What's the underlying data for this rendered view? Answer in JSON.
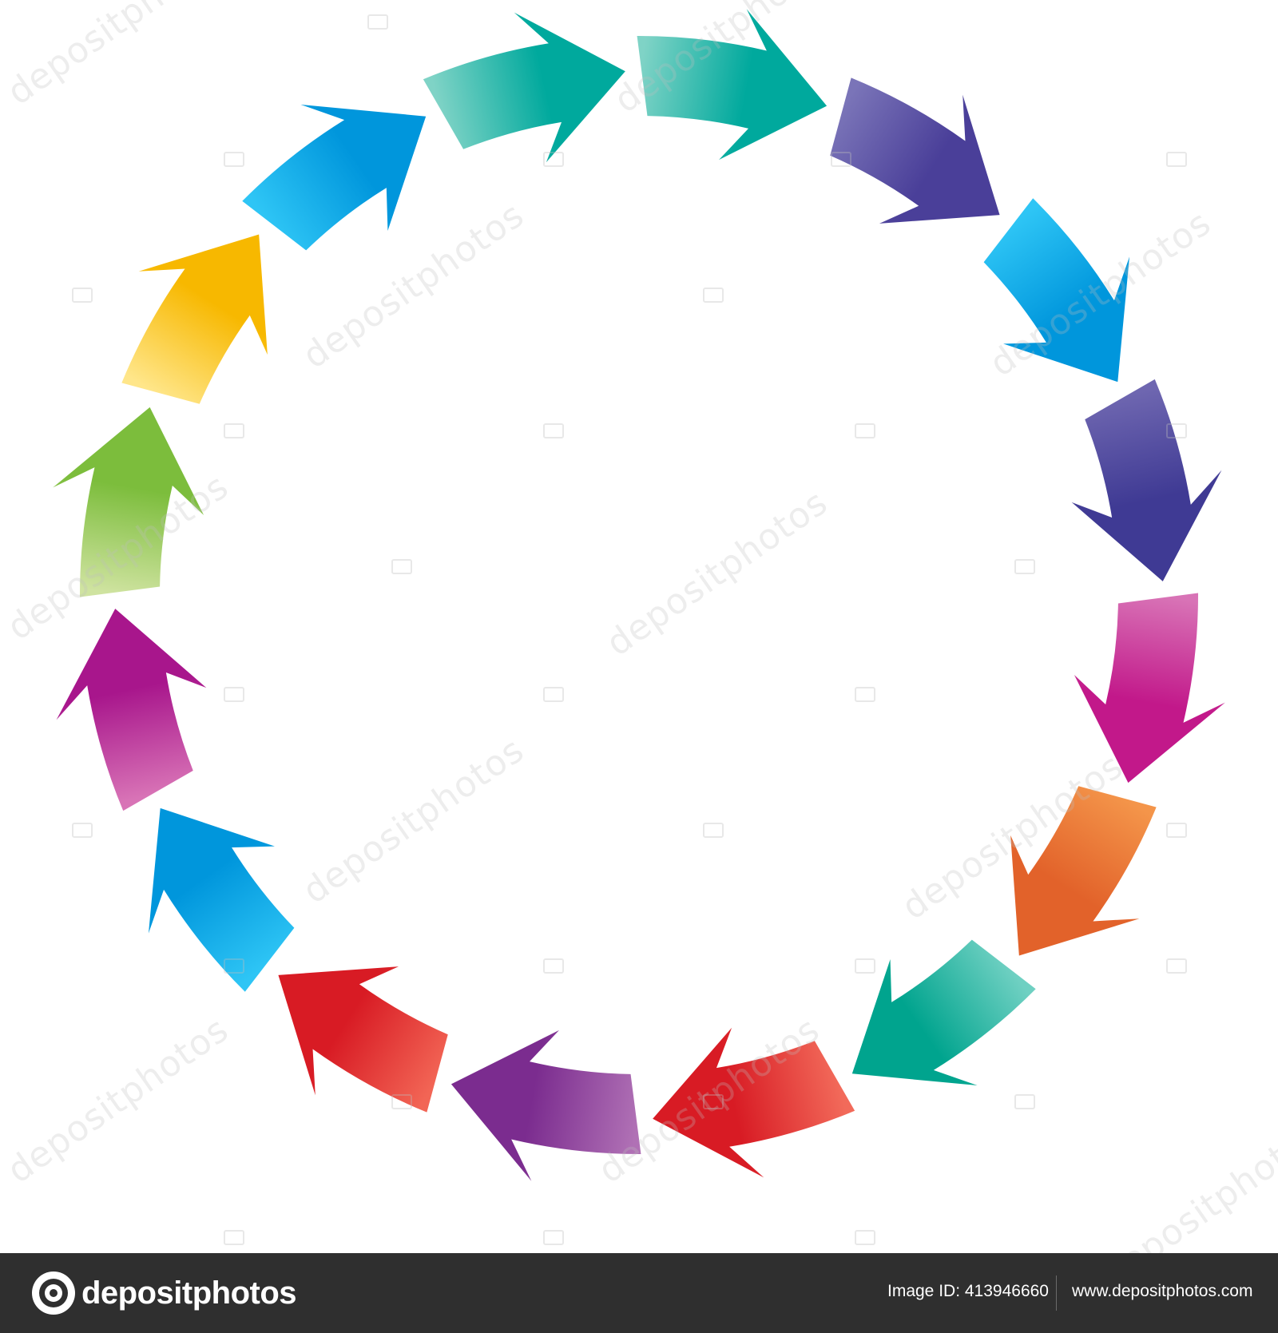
{
  "diagram": {
    "type": "circular-arrow-cycle",
    "direction": "clockwise",
    "arrow_count": 16,
    "arrows": [
      {
        "name": "arrow-teal-top",
        "color_light": "#7fd3c6",
        "color_dark": "#00a99d"
      },
      {
        "name": "arrow-indigo-top-right",
        "color_light": "#7a74b8",
        "color_dark": "#4a3f99"
      },
      {
        "name": "arrow-blue-right-upper",
        "color_light": "#2ec5f5",
        "color_dark": "#0096dc"
      },
      {
        "name": "arrow-indigo-right",
        "color_light": "#6e66b0",
        "color_dark": "#3f3a94"
      },
      {
        "name": "arrow-magenta-right",
        "color_light": "#d873b6",
        "color_dark": "#c2188a"
      },
      {
        "name": "arrow-orange-right-lower",
        "color_light": "#f4954a",
        "color_dark": "#e2622a"
      },
      {
        "name": "arrow-teal-bottom-right",
        "color_light": "#6fd0c2",
        "color_dark": "#00a48e"
      },
      {
        "name": "arrow-red-bottom-right",
        "color_light": "#f26a5a",
        "color_dark": "#d81b24"
      },
      {
        "name": "arrow-purple-bottom",
        "color_light": "#b071b5",
        "color_dark": "#7b2c8f"
      },
      {
        "name": "arrow-red-bottom-left",
        "color_light": "#f26555",
        "color_dark": "#d81b24"
      },
      {
        "name": "arrow-blue-bottom-left",
        "color_light": "#2ec5f5",
        "color_dark": "#0096dc"
      },
      {
        "name": "arrow-magenta-left-lower",
        "color_light": "#d873b6",
        "color_dark": "#a8168c"
      },
      {
        "name": "arrow-green-left",
        "color_light": "#cfe3a0",
        "color_dark": "#7cbd3c"
      },
      {
        "name": "arrow-yellow-left-upper",
        "color_light": "#ffe68a",
        "color_dark": "#f7b800"
      },
      {
        "name": "arrow-blue-top-left",
        "color_light": "#2ec5f5",
        "color_dark": "#0096dc"
      },
      {
        "name": "arrow-teal-top-left",
        "color_light": "#7fd3c6",
        "color_dark": "#00a99d"
      }
    ]
  },
  "watermark": {
    "text": "depositphotos"
  },
  "footer": {
    "logo_text": "depositphotos",
    "image_id": "Image ID: 413946660",
    "site_url": "www.depositphotos.com",
    "background": "#2f2f2f"
  }
}
